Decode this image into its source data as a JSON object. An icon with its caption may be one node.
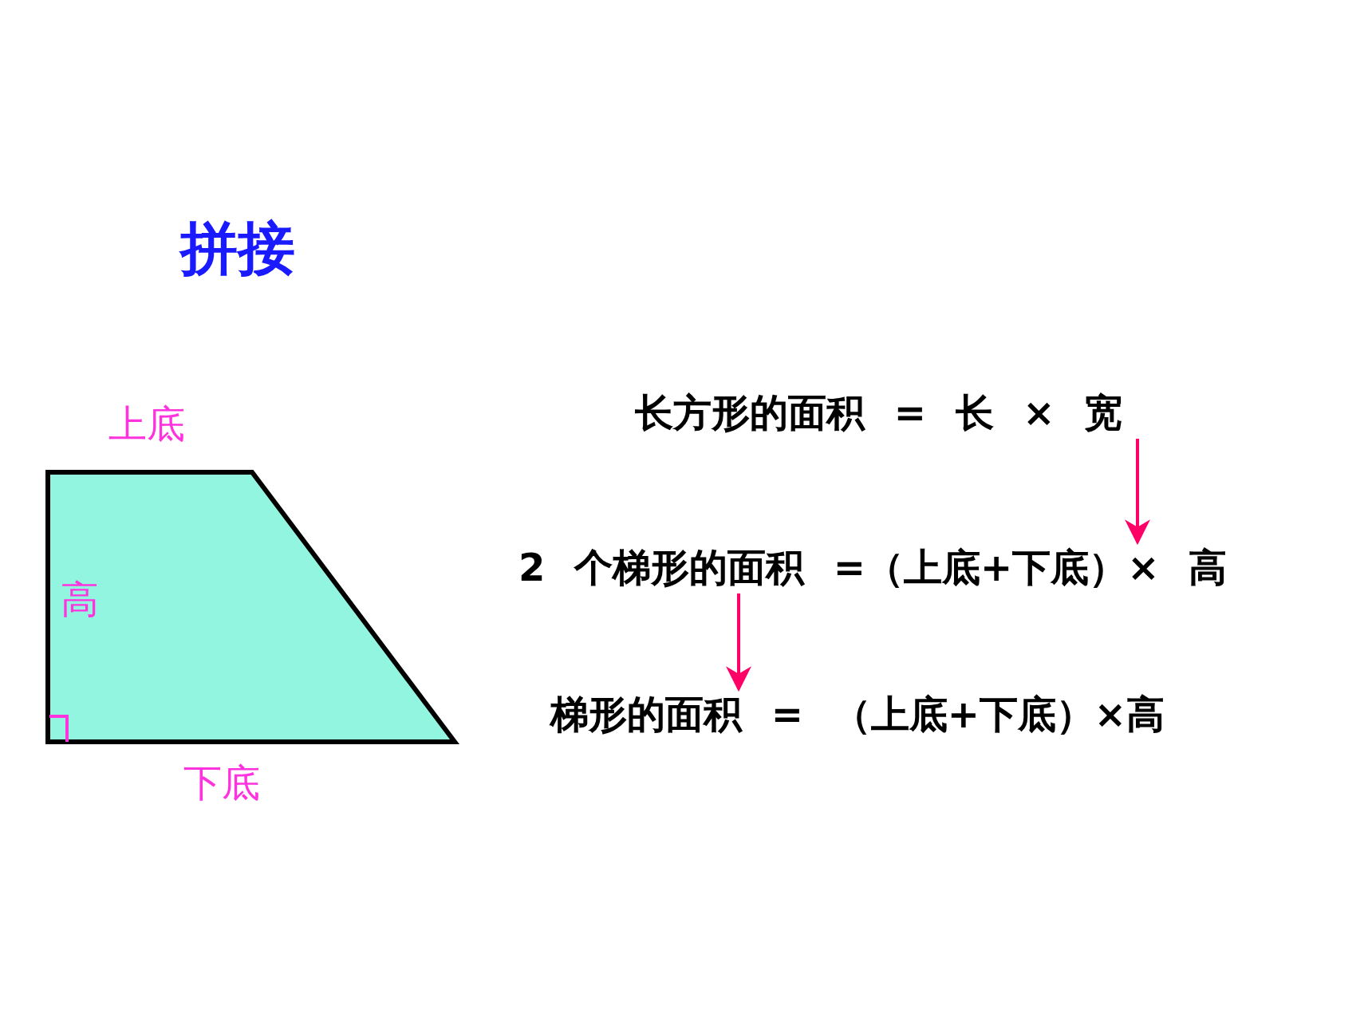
{
  "diagram": {
    "title": "拼接",
    "nodes": [
      {
        "text": [
          "长方形的面积 = 长 × 宽"
        ]
      },
      {
        "text": [
          "2 个梯形的面积 =（上底+下底）× 高"
        ]
      },
      {
        "text": [
          "梯形的面积 = （上底+下底）×高"
        ]
      }
    ],
    "edges": [
      {
        "from": 0,
        "to": 1,
        "arrow": "to",
        "color": "#ff0066"
      },
      {
        "from": 1,
        "to": 2,
        "arrow": "to",
        "color": "#ff0066"
      }
    ],
    "labels": [
      "上底",
      "高",
      "下底"
    ]
  }
}
